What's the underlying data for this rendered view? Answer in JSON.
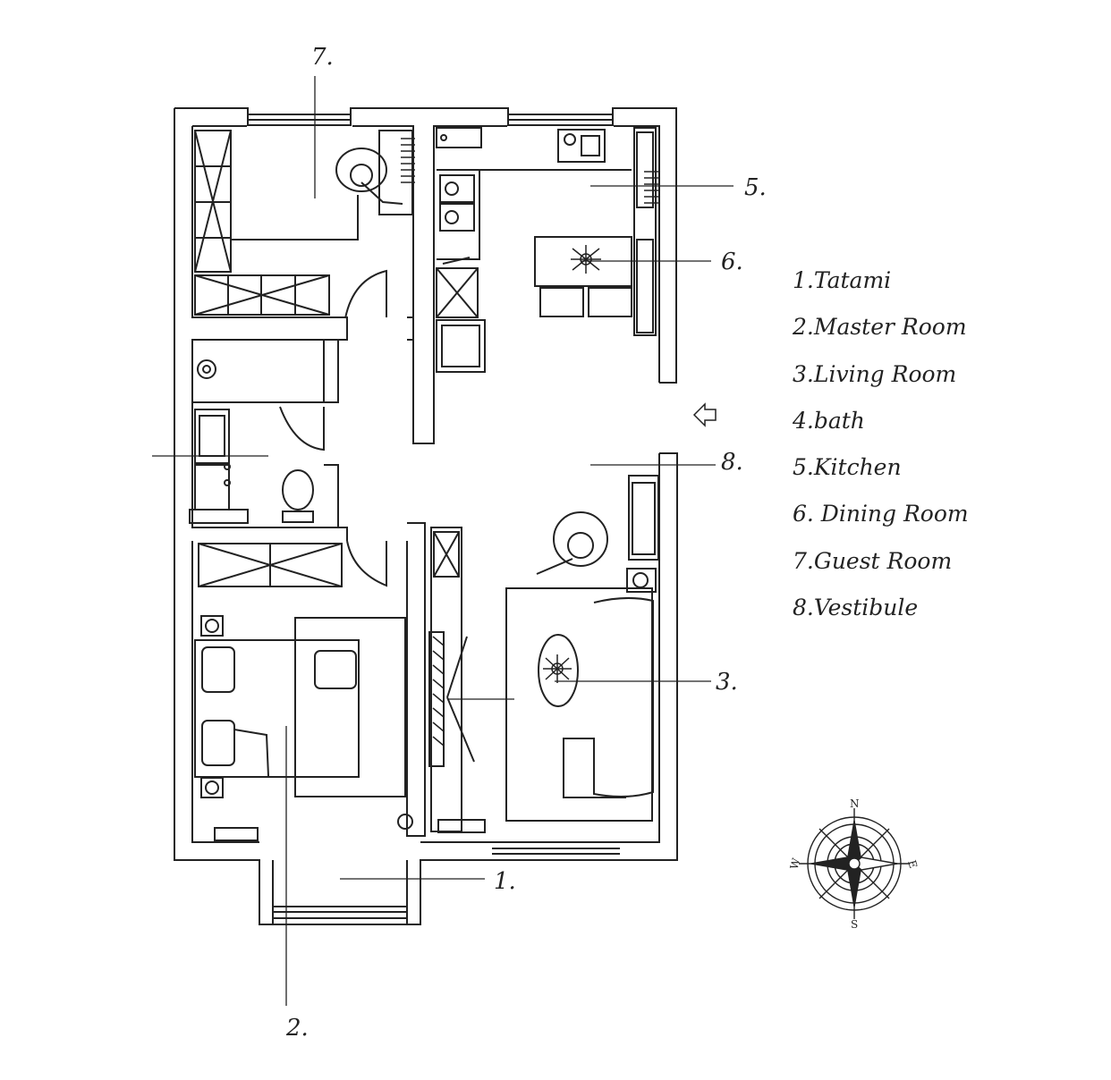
{
  "callouts": {
    "c1": "1.",
    "c2": "2.",
    "c3": "3.",
    "c5": "5.",
    "c6": "6.",
    "c7": "7.",
    "c8": "8."
  },
  "legend": [
    "1.Tatami",
    "2.Master Room",
    "3.Living Room",
    "4.bath",
    "5.Kitchen",
    "6. Dining Room",
    "7.Guest Room",
    "8.Vestibule"
  ],
  "compass": {
    "n": "N",
    "e": "E",
    "s": "S",
    "w": "W"
  },
  "colors": {
    "line": "#222222",
    "background": "#ffffff"
  },
  "icons": [
    "entrance-arrow-icon",
    "compass-rose-icon"
  ]
}
